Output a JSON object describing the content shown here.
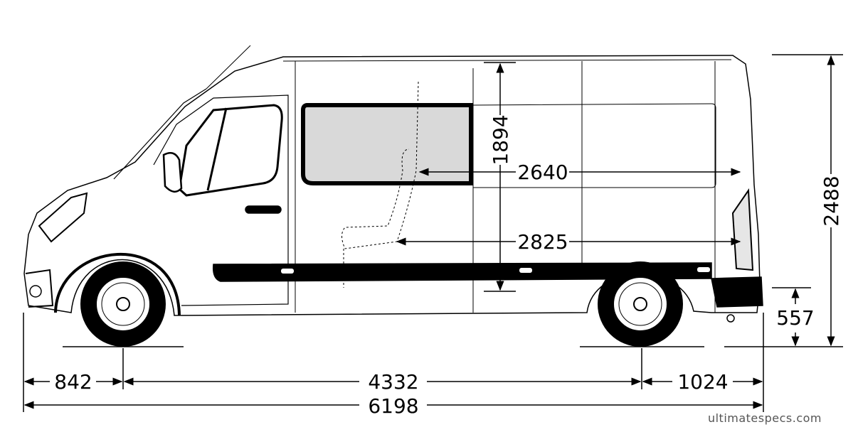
{
  "dimensions": {
    "front_overhang": "842",
    "wheelbase": "4332",
    "rear_overhang": "1024",
    "overall_length": "6198",
    "interior_height": "1894",
    "cargo_length_upper": "2640",
    "cargo_length_floor": "2825",
    "overall_height": "2488",
    "load_sill_height": "557"
  },
  "watermark": "ultimatespecs.com",
  "colors": {
    "line": "#000000",
    "window_fill": "#d9d9d9",
    "background": "#ffffff",
    "watermark": "#555555"
  }
}
